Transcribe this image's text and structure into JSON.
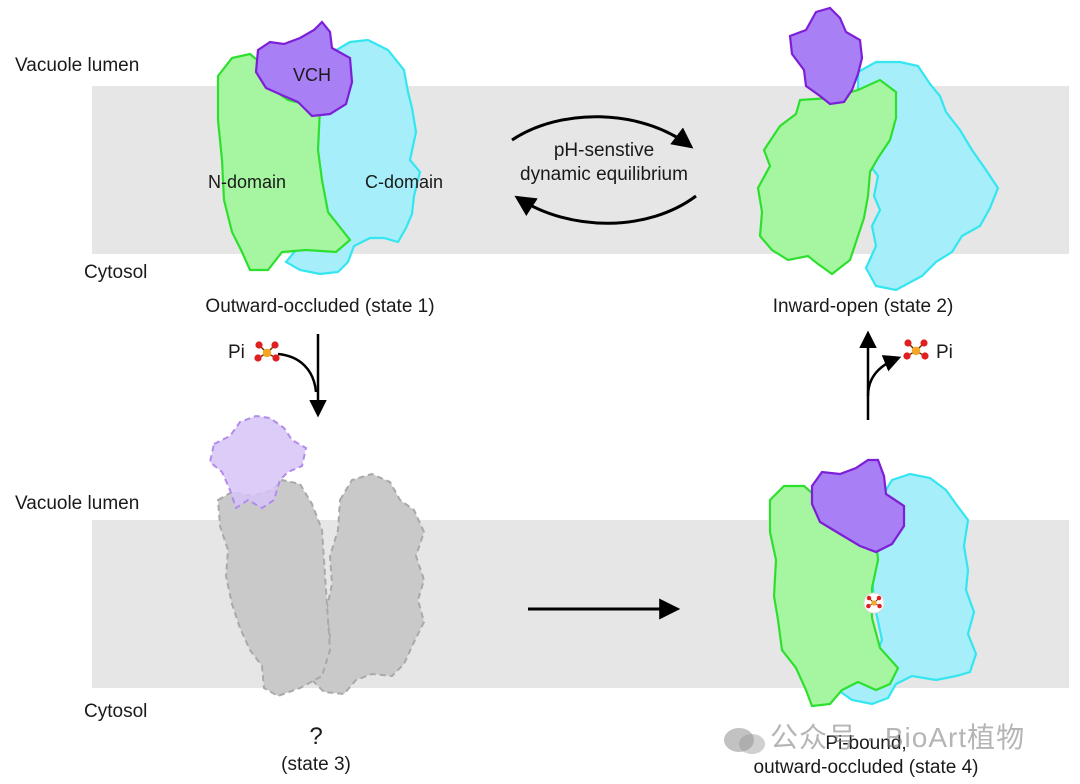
{
  "labels": {
    "vacuole_top": "Vacuole lumen",
    "cytosol_top": "Cytosol",
    "vacuole_bottom": "Vacuole lumen",
    "cytosol_bottom": "Cytosol",
    "vch": "VCH",
    "n_domain": "N-domain",
    "c_domain": "C-domain",
    "state1": "Outward-occluded (state 1)",
    "state2": "Inward-open (state 2)",
    "state3_q": "?",
    "state3": "(state 3)",
    "state4_line1": "Pi-bound,",
    "state4_line2": "outward-occluded (state 4)",
    "equilibrium_line1": "pH-senstive",
    "equilibrium_line2": "dynamic equilibrium",
    "pi_in": "Pi",
    "pi_out": "Pi"
  },
  "watermark": {
    "text": "公众号 · BioArt植物",
    "icon": "wechat-icon"
  },
  "colors": {
    "membrane": "#e6e6e6",
    "n_domain_fill": "#a6f5a0",
    "n_domain_stroke": "#2ee02e",
    "c_domain_fill": "#a5eefa",
    "c_domain_stroke": "#33e6f0",
    "vch_fill": "#a97ff5",
    "vch_stroke": "#7c1fd6",
    "state3_fill": "#c9c9c9",
    "state3_stroke": "#a9a9a9",
    "state3_vch_fill": "#d6c3f7",
    "state3_vch_stroke": "#b38bed",
    "phosphate_p": "#f5a623",
    "phosphate_o": "#e02020"
  }
}
